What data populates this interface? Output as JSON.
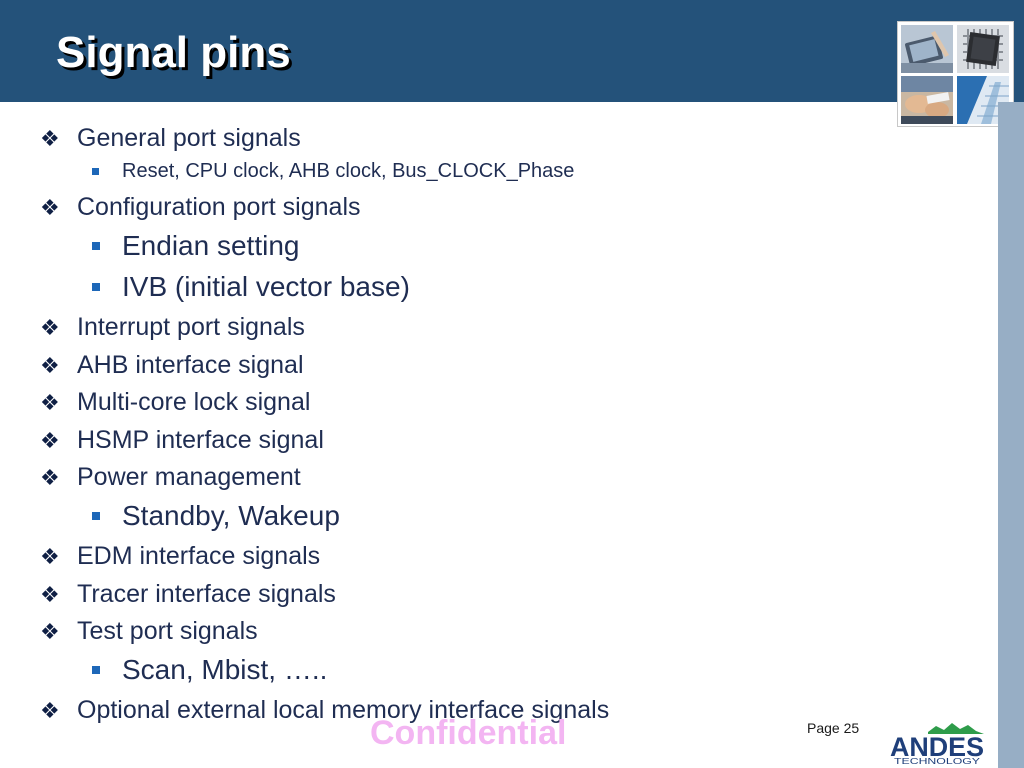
{
  "slide": {
    "title": "Signal pins",
    "page_label": "Page 25",
    "watermark": "Confidential",
    "logo": {
      "name": "ANDES",
      "tagline": "TECHNOLOGY"
    }
  },
  "bullets": [
    {
      "level": 1,
      "text": "General port signals"
    },
    {
      "level": 2,
      "size": "small",
      "text": "Reset, CPU clock, AHB clock, Bus_CLOCK_Phase"
    },
    {
      "level": 1,
      "text": "Configuration port signals"
    },
    {
      "level": 2,
      "size": "large",
      "text": "Endian setting"
    },
    {
      "level": 2,
      "size": "large",
      "text": "IVB (initial vector base)"
    },
    {
      "level": 1,
      "text": "Interrupt port signals"
    },
    {
      "level": 1,
      "text": "AHB interface signal"
    },
    {
      "level": 1,
      "text": "Multi-core lock signal"
    },
    {
      "level": 1,
      "text": "HSMP interface signal"
    },
    {
      "level": 1,
      "text": "Power management"
    },
    {
      "level": 2,
      "size": "large",
      "text": "Standby, Wakeup"
    },
    {
      "level": 1,
      "text": "EDM interface signals"
    },
    {
      "level": 1,
      "text": "Tracer interface signals"
    },
    {
      "level": 1,
      "text": "Test port signals"
    },
    {
      "level": 2,
      "size": "large",
      "text": "Scan, Mbist, ….."
    },
    {
      "level": 1,
      "text": "Optional external local memory interface signals"
    }
  ],
  "colors": {
    "header": "#24527a",
    "sidebar": "#97aec5",
    "text": "#1f2d52",
    "sub_bullet": "#1d67b8",
    "watermark": "#f3b5f2"
  },
  "icons": [
    "diamond-bullet-icon",
    "square-bullet-icon"
  ]
}
